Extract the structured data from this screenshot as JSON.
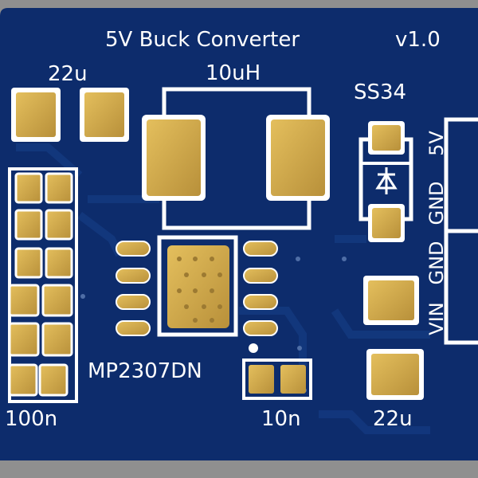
{
  "board": {
    "title": "5V Buck Converter",
    "version": "v1.0"
  },
  "labels": {
    "cap_in": "22u",
    "inductor": "10uH",
    "diode": "SS34",
    "ic": "MP2307DN",
    "cap_out": "22u",
    "cap_boot": "10n",
    "cap_array": "100n"
  },
  "connector_pins": [
    "5V",
    "GND",
    "GND",
    "VIN"
  ],
  "colors": {
    "board": "#0d2c6c",
    "copper": "#d2a84a",
    "silkscreen": "#ffffff",
    "background": "#8f8f8f"
  }
}
